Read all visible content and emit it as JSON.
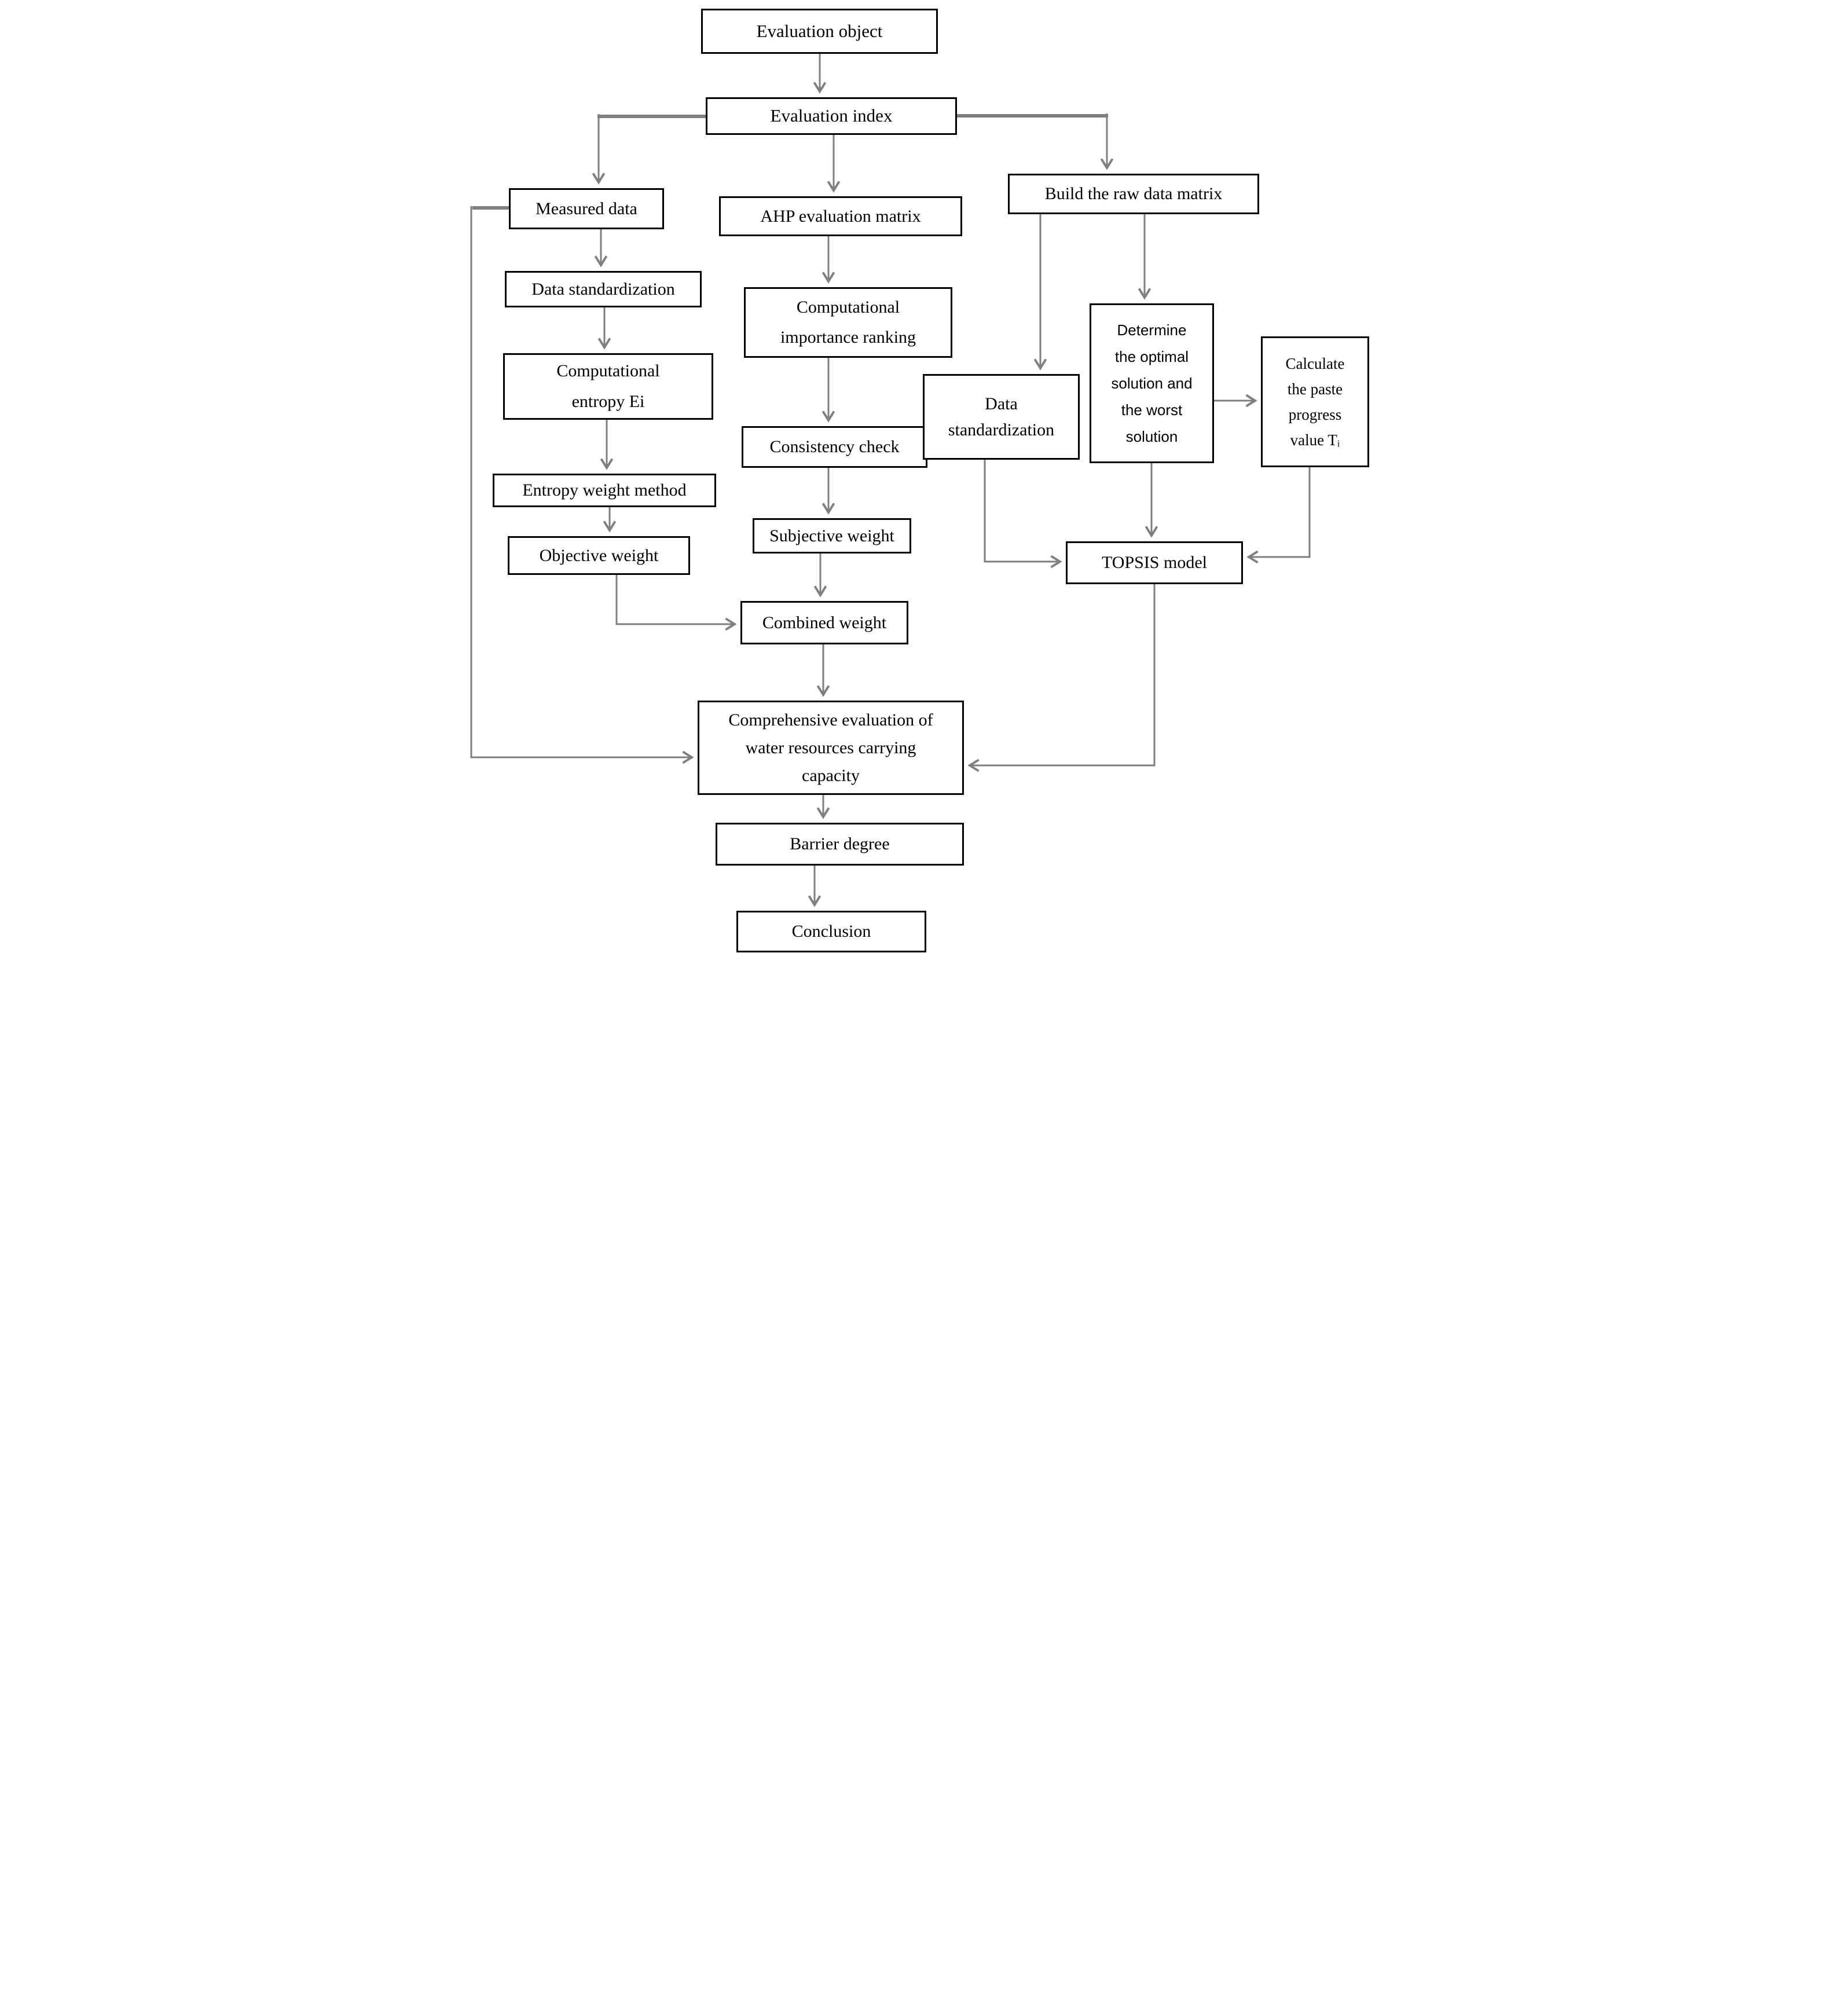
{
  "diagram": {
    "type": "flowchart",
    "background_color": "#ffffff",
    "box_border_color": "#000000",
    "box_fill_color": "#ffffff",
    "text_color": "#000000",
    "connector_color": "#7f7f7f",
    "nodes": {
      "evaluation_object": {
        "label": "Evaluation object"
      },
      "evaluation_index": {
        "label": "Evaluation index"
      },
      "measured_data": {
        "label": "Measured data"
      },
      "ahp_matrix": {
        "label": "AHP evaluation matrix"
      },
      "build_matrix": {
        "label": "Build the raw data matrix"
      },
      "data_standardization_left": {
        "label": "Data standardization"
      },
      "computational_entropy": {
        "label": "Computational\nentropy Ei"
      },
      "entropy_weight": {
        "label": "Entropy weight method"
      },
      "objective_weight": {
        "label": "Objective weight"
      },
      "importance_ranking": {
        "label": "Computational\nimportance ranking"
      },
      "consistency_check": {
        "label": "Consistency check"
      },
      "subjective_weight": {
        "label": "Subjective weight"
      },
      "combined_weight": {
        "label": "Combined weight"
      },
      "data_standardization_right": {
        "label": "Data\nstandardization"
      },
      "determine_solutions": {
        "label": "Determine\nthe optimal\nsolution and\nthe worst\nsolution"
      },
      "calculate_progress": {
        "label": "Calculate\nthe paste\nprogress\nvalue  Tᵢ"
      },
      "topsis": {
        "label": "TOPSIS model"
      },
      "comprehensive": {
        "label": "Comprehensive evaluation of\nwater resources carrying\ncapacity"
      },
      "barrier_degree": {
        "label": "Barrier degree"
      },
      "conclusion": {
        "label": "Conclusion"
      }
    },
    "edges": [
      {
        "from": "evaluation_object",
        "to": "evaluation_index"
      },
      {
        "from": "evaluation_index",
        "to": "measured_data"
      },
      {
        "from": "evaluation_index",
        "to": "ahp_matrix"
      },
      {
        "from": "evaluation_index",
        "to": "build_matrix"
      },
      {
        "from": "measured_data",
        "to": "data_standardization_left"
      },
      {
        "from": "data_standardization_left",
        "to": "computational_entropy"
      },
      {
        "from": "computational_entropy",
        "to": "entropy_weight"
      },
      {
        "from": "entropy_weight",
        "to": "objective_weight"
      },
      {
        "from": "objective_weight",
        "to": "combined_weight"
      },
      {
        "from": "ahp_matrix",
        "to": "importance_ranking"
      },
      {
        "from": "importance_ranking",
        "to": "consistency_check"
      },
      {
        "from": "consistency_check",
        "to": "subjective_weight"
      },
      {
        "from": "subjective_weight",
        "to": "combined_weight"
      },
      {
        "from": "combined_weight",
        "to": "comprehensive"
      },
      {
        "from": "build_matrix",
        "to": "data_standardization_right"
      },
      {
        "from": "build_matrix",
        "to": "determine_solutions"
      },
      {
        "from": "determine_solutions",
        "to": "calculate_progress"
      },
      {
        "from": "data_standardization_right",
        "to": "topsis"
      },
      {
        "from": "determine_solutions",
        "to": "topsis"
      },
      {
        "from": "calculate_progress",
        "to": "topsis"
      },
      {
        "from": "topsis",
        "to": "comprehensive"
      },
      {
        "from": "measured_data",
        "to": "comprehensive"
      },
      {
        "from": "comprehensive",
        "to": "barrier_degree"
      },
      {
        "from": "barrier_degree",
        "to": "conclusion"
      }
    ]
  }
}
